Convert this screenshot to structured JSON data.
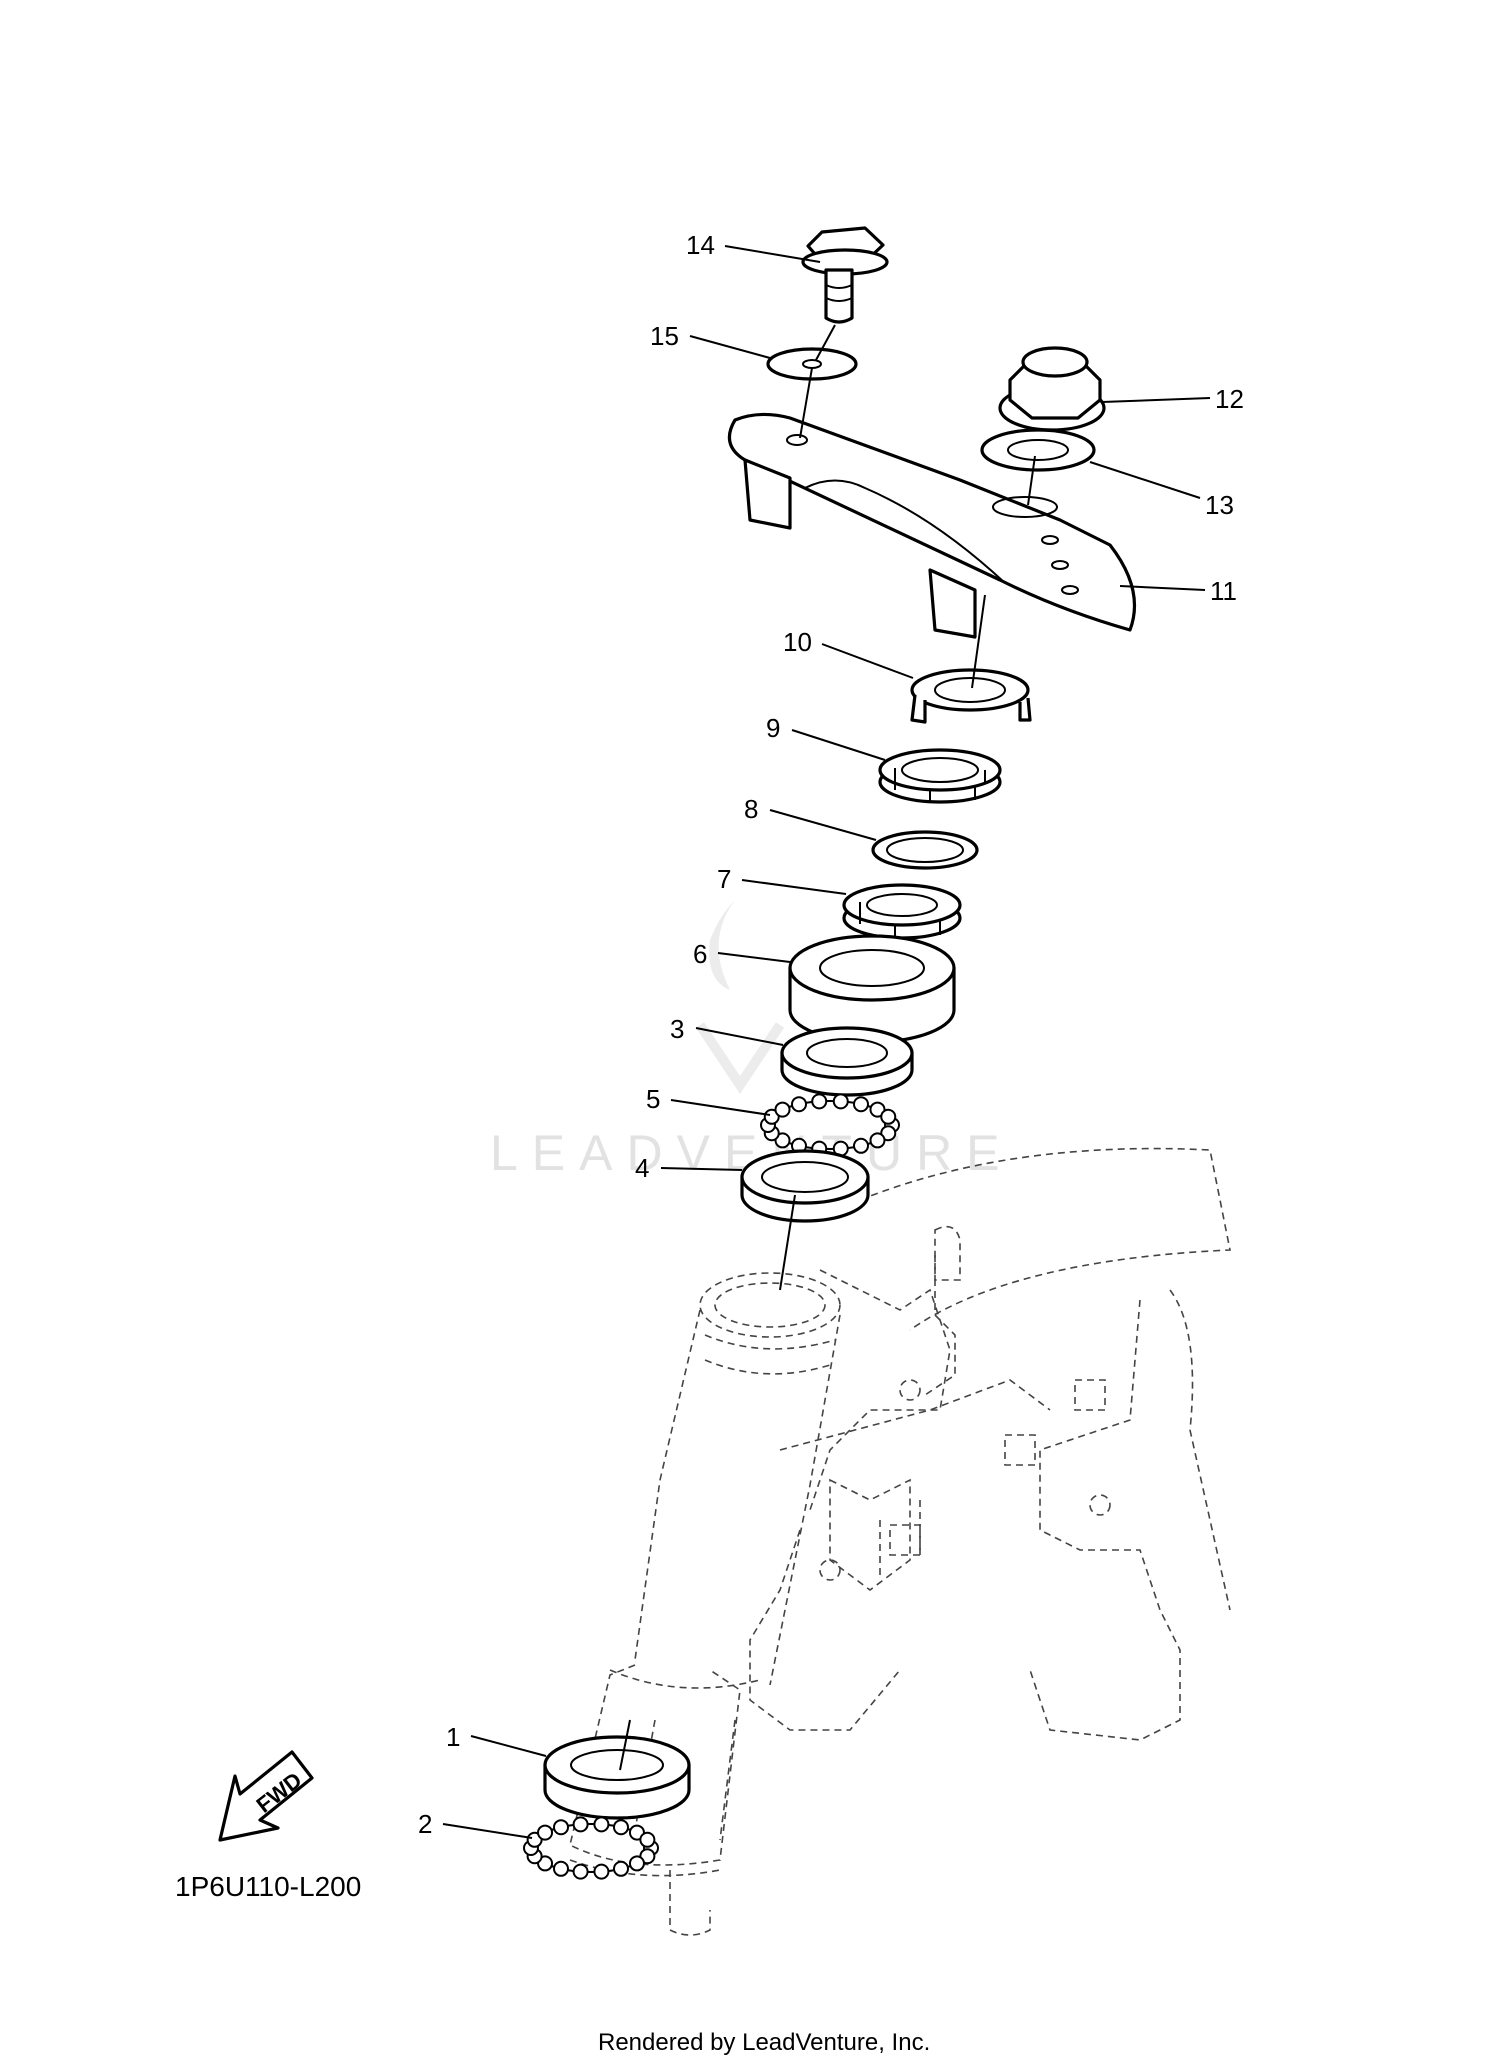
{
  "diagram": {
    "callouts": [
      {
        "part": "bearing-race-lower",
        "label": "1"
      },
      {
        "part": "ball-bearing-lower",
        "label": "2"
      },
      {
        "part": "bearing-race-upper",
        "label": "3"
      },
      {
        "part": "bearing-race-head-pipe",
        "label": "4"
      },
      {
        "part": "ball-bearing-upper",
        "label": "5"
      },
      {
        "part": "dust-seal",
        "label": "6"
      },
      {
        "part": "ring-nut-lower",
        "label": "7"
      },
      {
        "part": "rubber-washer",
        "label": "8"
      },
      {
        "part": "ring-nut-upper",
        "label": "9"
      },
      {
        "part": "lock-washer",
        "label": "10"
      },
      {
        "part": "upper-bracket",
        "label": "11"
      },
      {
        "part": "steering-stem-nut",
        "label": "12"
      },
      {
        "part": "plain-washer",
        "label": "13"
      },
      {
        "part": "bolt",
        "label": "14"
      },
      {
        "part": "washer",
        "label": "15"
      }
    ],
    "fwd_label": "FWD",
    "diagram_code": "1P6U110-L200",
    "watermark": "LEADVENTURE",
    "footer": "Rendered by LeadVenture, Inc."
  }
}
